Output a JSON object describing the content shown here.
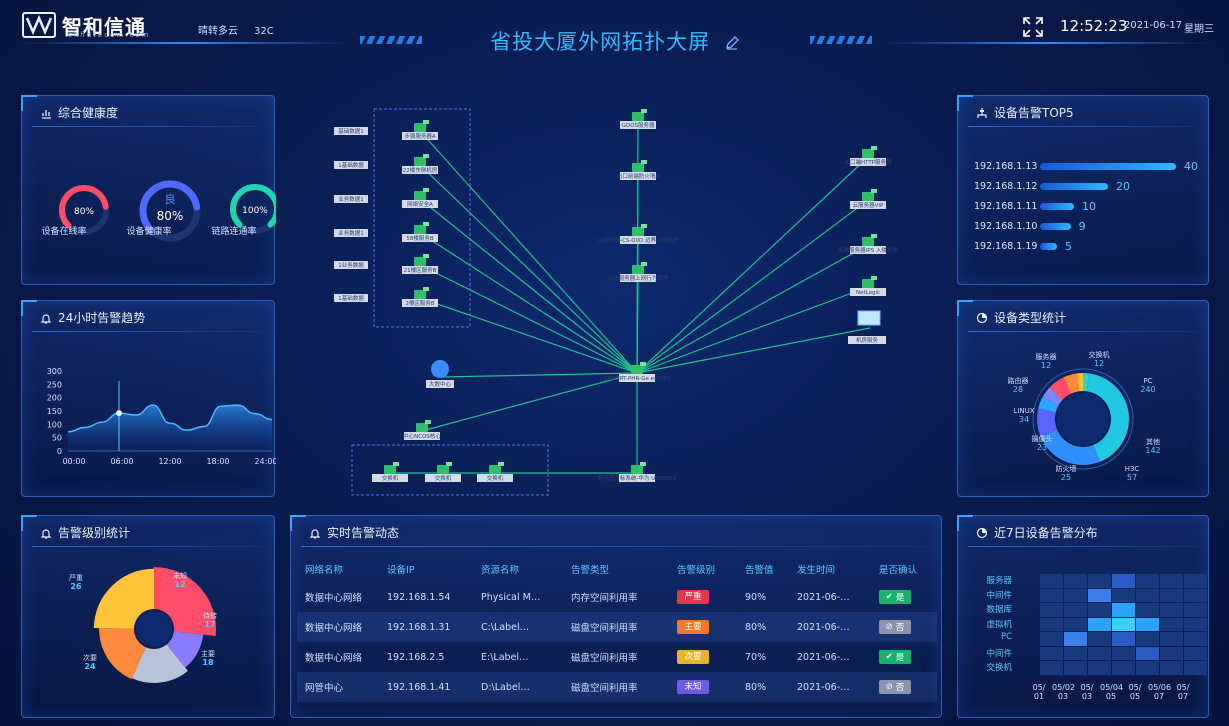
{
  "header": {
    "logo_text": "智和信通",
    "logo_sub": "chhdtecom.com",
    "weather": "晴转多云",
    "temperature": "32C",
    "title": "省投大厦外网拓扑大屏",
    "time": "12:52:23",
    "date": "2021-06-17",
    "weekday": "星期三"
  },
  "health": {
    "title": "综合健康度",
    "gauges": [
      {
        "value_label": "80%",
        "value": 0.8,
        "label": "设备在线率",
        "color": "#ff4d6a"
      },
      {
        "value_label": "80%",
        "grade": "良",
        "value": 0.8,
        "label": "设备健康率",
        "color": "#4f6bff"
      },
      {
        "value_label": "100%",
        "value": 1.0,
        "label": "链路连通率",
        "color": "#1fd5b0"
      }
    ]
  },
  "trend": {
    "title": "24小时告警趋势",
    "chart_data": {
      "type": "area",
      "x_ticks": [
        "00:00",
        "06:00",
        "12:00",
        "18:00",
        "24:00"
      ],
      "y_ticks": [
        "300",
        "250",
        "200",
        "150",
        "100",
        "50",
        "0"
      ],
      "ylim": [
        0,
        300
      ],
      "x": [
        0,
        2,
        4,
        6,
        8,
        10,
        12,
        14,
        16,
        18,
        20,
        22,
        24
      ],
      "values": [
        72,
        88,
        108,
        142,
        135,
        172,
        104,
        78,
        92,
        168,
        172,
        140,
        118
      ]
    }
  },
  "top5": {
    "title": "设备告警TOP5",
    "items": [
      {
        "ip": "192.168.1.13",
        "value": 40
      },
      {
        "ip": "192.168.1.12",
        "value": 20
      },
      {
        "ip": "192.168.1.11",
        "value": 10
      },
      {
        "ip": "192.168.1.10",
        "value": 9
      },
      {
        "ip": "192.168.1.19",
        "value": 5
      }
    ]
  },
  "devtype": {
    "title": "设备类型统计",
    "chart_data": {
      "type": "pie",
      "slices": [
        {
          "name": "交换机",
          "value": 12,
          "color": "#2dd4c8"
        },
        {
          "name": "PC",
          "value": 240,
          "color": "#1fc8e0"
        },
        {
          "name": "其他",
          "value": 142,
          "color": "#2f8fff"
        },
        {
          "name": "H3C",
          "value": 57,
          "color": "#5a63ff"
        },
        {
          "name": "防火墙",
          "value": 25,
          "color": "#2aa6ff"
        },
        {
          "name": "摄像头",
          "value": 23,
          "color": "#7b86ff"
        },
        {
          "name": "LINUX",
          "value": 34,
          "color": "#ff4d6a"
        },
        {
          "name": "路由器",
          "value": 28,
          "color": "#ff8a3d"
        },
        {
          "name": "服务器",
          "value": 12,
          "color": "#ffc43a"
        }
      ]
    }
  },
  "level": {
    "title": "告警级别统计",
    "chart_data": {
      "type": "pie",
      "slices": [
        {
          "name": "严重",
          "value": 26,
          "color": "#ff4d6a"
        },
        {
          "name": "未知",
          "value": 12,
          "color": "#8b7bff"
        },
        {
          "name": "待转",
          "value": 17,
          "color": "#b8c2d8"
        },
        {
          "name": "主要",
          "value": 18,
          "color": "#ff8a3d"
        },
        {
          "name": "次要",
          "value": 24,
          "color": "#ffc43a"
        }
      ]
    }
  },
  "realtime": {
    "title": "实时告警动态",
    "headers": [
      "网络名称",
      "设备IP",
      "资源名称",
      "告警类型",
      "告警级别",
      "告警值",
      "发生时间",
      "是否确认"
    ],
    "rows": [
      {
        "net": "数据中心网络",
        "ip": "192.168.1.54",
        "res": "Physical M…",
        "type": "内存空间利用率",
        "level": "严重",
        "level_color": "#e8364f",
        "val": "90%",
        "time": "2021-06-…",
        "ack": "是",
        "ack_color": "#17b36b"
      },
      {
        "net": "数据中心网络",
        "ip": "192.168.1.31",
        "res": "C:\\Label…",
        "type": "磁盘空间利用率",
        "level": "主要",
        "level_color": "#f07a2a",
        "val": "80%",
        "time": "2021-06-…",
        "ack": "否",
        "ack_color": "#8a94ad"
      },
      {
        "net": "数据中心网络",
        "ip": "192.168.2.5",
        "res": "E:\\Label…",
        "type": "磁盘空间利用率",
        "level": "次要",
        "level_color": "#e6b52a",
        "val": "70%",
        "time": "2021-06-…",
        "ack": "是",
        "ack_color": "#17b36b"
      },
      {
        "net": "网管中心",
        "ip": "192.168.1.41",
        "res": "D:\\Label…",
        "type": "磁盘空间利用率",
        "level": "未知",
        "level_color": "#6f5ae6",
        "val": "80%",
        "time": "2021-06-…",
        "ack": "否",
        "ack_color": "#8a94ad"
      }
    ]
  },
  "heat": {
    "title": "近7日设备告警分布",
    "rows": [
      "服务器",
      "中间件",
      "数据库",
      "虚拟机",
      "PC",
      "中间件",
      "交换机"
    ],
    "cols": [
      "05/\n01",
      "05/02\n03",
      "05/\n03",
      "05/04\n05",
      "05/\n05",
      "05/06\n07",
      "05/\n07"
    ],
    "cells": [
      [
        1,
        1,
        1,
        2,
        1,
        1,
        1
      ],
      [
        1,
        1,
        3,
        1,
        1,
        1,
        1
      ],
      [
        1,
        1,
        1,
        4,
        1,
        1,
        1
      ],
      [
        1,
        1,
        4,
        5,
        4,
        1,
        1
      ],
      [
        1,
        3,
        1,
        2,
        1,
        1,
        1
      ],
      [
        1,
        1,
        1,
        1,
        2,
        1,
        1
      ],
      [
        1,
        1,
        1,
        1,
        1,
        1,
        1
      ]
    ]
  },
  "topology": {
    "left_labels": [
      "基础数据1",
      "1基础数据",
      "业务数据1",
      "业务数据1",
      "1业务数据",
      "1基础数据"
    ],
    "left_nodes": [
      "步骤服务器A",
      "22楼东侧机房",
      "网络安全A",
      "58楼服务B",
      "21楼区服务B",
      "2楼区服务B"
    ],
    "right_nodes": [
      "GOOS服务器",
      "出口前端防火墙A",
      "云服务器-CS-D0D 边界入侵防护",
      "出端服务器上网行为管理",
      "出口端HTTP服务器",
      "云服务器VIP",
      "出端服务器IPS 入侵检测",
      "NetLogic",
      "机房服务"
    ],
    "core": "SPECIRT-PHR-Ge e-3750",
    "cloud": "大数中心",
    "mid": "中心NCOS核心",
    "bottom_nodes": [
      "交换机",
      "交换机",
      "交换机"
    ],
    "bottom_right": "服务器目标系统-华为 US5655S"
  }
}
